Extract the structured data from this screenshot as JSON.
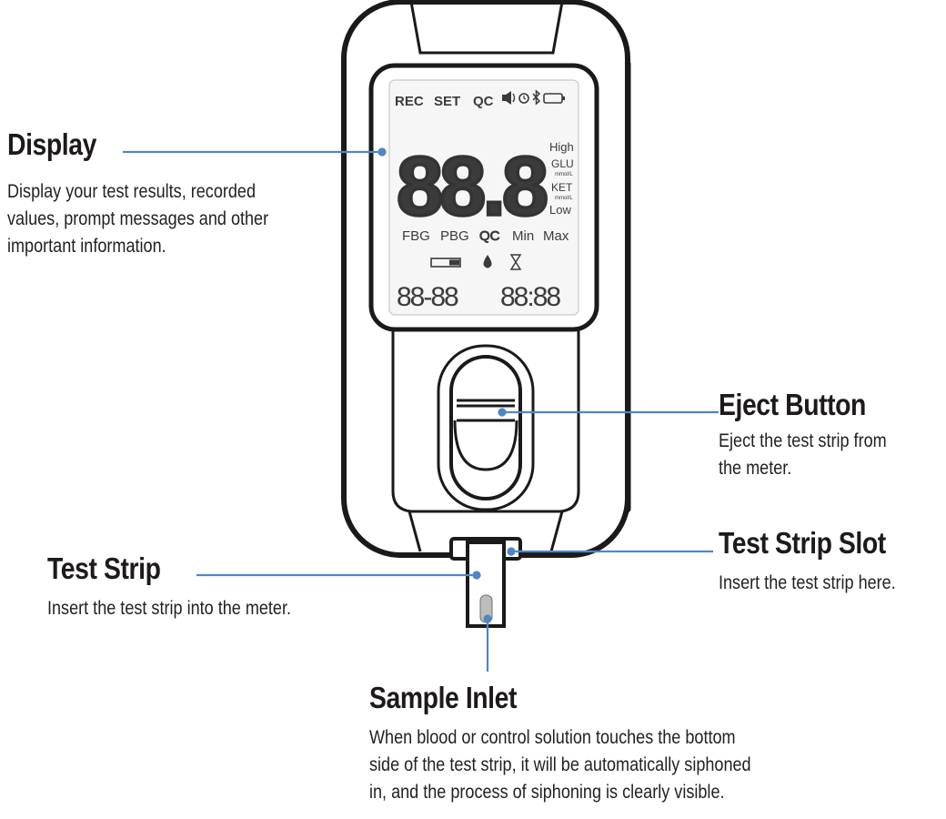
{
  "callouts": {
    "display": {
      "title": "Display",
      "desc_lines": [
        "Display your test results, recorded",
        "values, prompt messages and other",
        "important information."
      ]
    },
    "eject": {
      "title": "Eject Button",
      "desc_lines": [
        "Eject the test strip from",
        "the meter."
      ]
    },
    "slot": {
      "title": "Test Strip Slot",
      "desc_lines": [
        "Insert the test strip here."
      ]
    },
    "strip": {
      "title": "Test Strip",
      "desc_lines": [
        "Insert the test strip into the meter."
      ]
    },
    "inlet": {
      "title": "Sample Inlet",
      "desc_lines": [
        "When blood or control solution touches the bottom",
        "side of the test strip, it will be automatically siphoned",
        "in, and the process of siphoning is clearly visible."
      ]
    }
  },
  "lcd": {
    "top_row": [
      "REC",
      "SET",
      "QC"
    ],
    "main_reading": "88.8",
    "side_labels": [
      "High",
      "GLU",
      "mmol/L",
      "KET",
      "mmol/L",
      "Low"
    ],
    "mode_row": [
      "FBG",
      "PBG",
      "QC",
      "Min",
      "Max"
    ],
    "date": "88-88",
    "time": "88:88"
  },
  "colors": {
    "leader_line": "#4f86c6",
    "outline": "#1a1a1a",
    "lcd_text": "#3b3b3b"
  }
}
